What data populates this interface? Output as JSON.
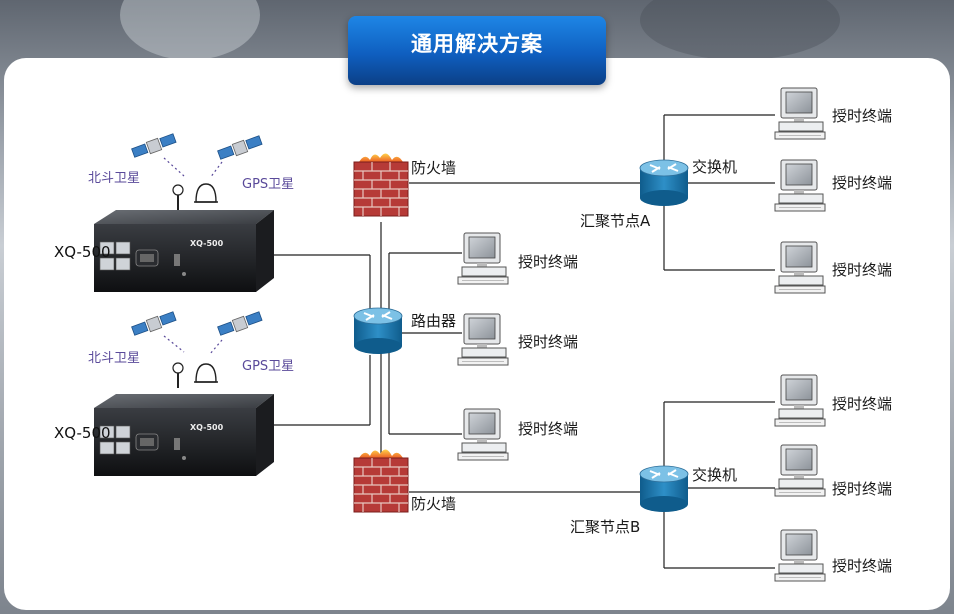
{
  "header": {
    "title": "通用解决方案"
  },
  "devices": [
    {
      "model": "XQ-500",
      "faceplate": "XQ-500",
      "beidou_label": "北斗卫星",
      "gps_label": "GPS卫星"
    },
    {
      "model": "XQ-500",
      "faceplate": "XQ-500",
      "beidou_label": "北斗卫星",
      "gps_label": "GPS卫星"
    }
  ],
  "network": {
    "firewall_top": "防火墙",
    "firewall_bottom": "防火墙",
    "router": "路由器",
    "switch_a": {
      "label": "交换机",
      "node": "汇聚节点A"
    },
    "switch_b": {
      "label": "交换机",
      "node": "汇聚节点B"
    },
    "terminal_label": "授时终端"
  }
}
